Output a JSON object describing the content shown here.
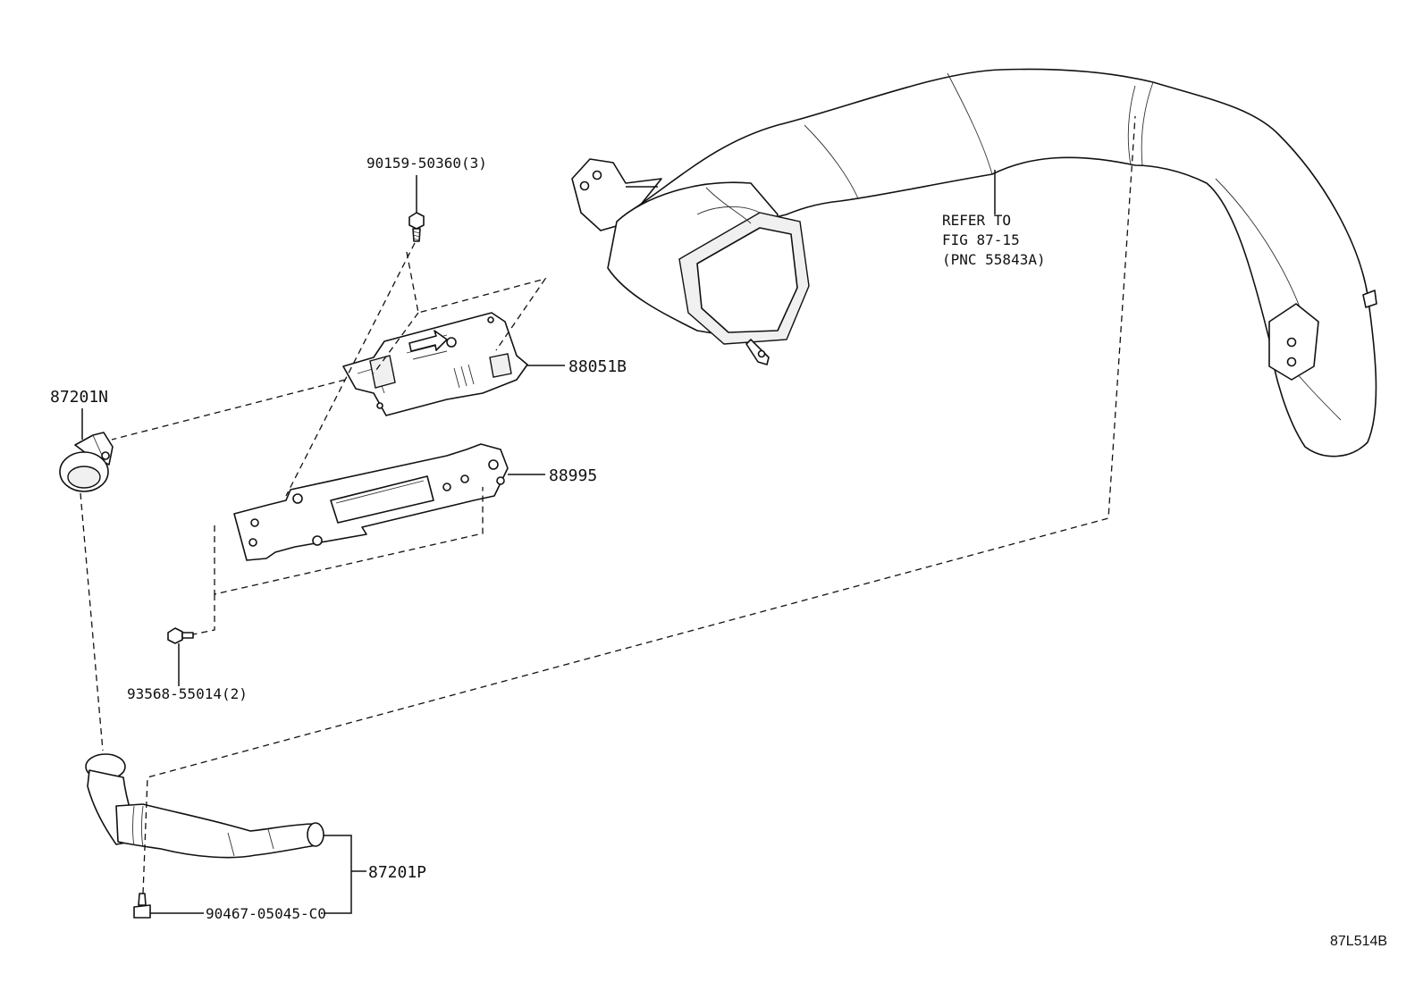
{
  "labels": {
    "bolt_top": "90159-50360(3)",
    "module_88051b": "88051B",
    "grommet_87201n": "87201N",
    "bracket_88995": "88995",
    "screw_93568": "93568-55014(2)",
    "duct_87201p": "87201P",
    "clip_90467": "90467-05045-C0",
    "refer_line1": "REFER TO",
    "refer_line2": "FIG 87-15",
    "refer_line3": "(PNC 55843A)",
    "diagram_code": "87L514B"
  }
}
